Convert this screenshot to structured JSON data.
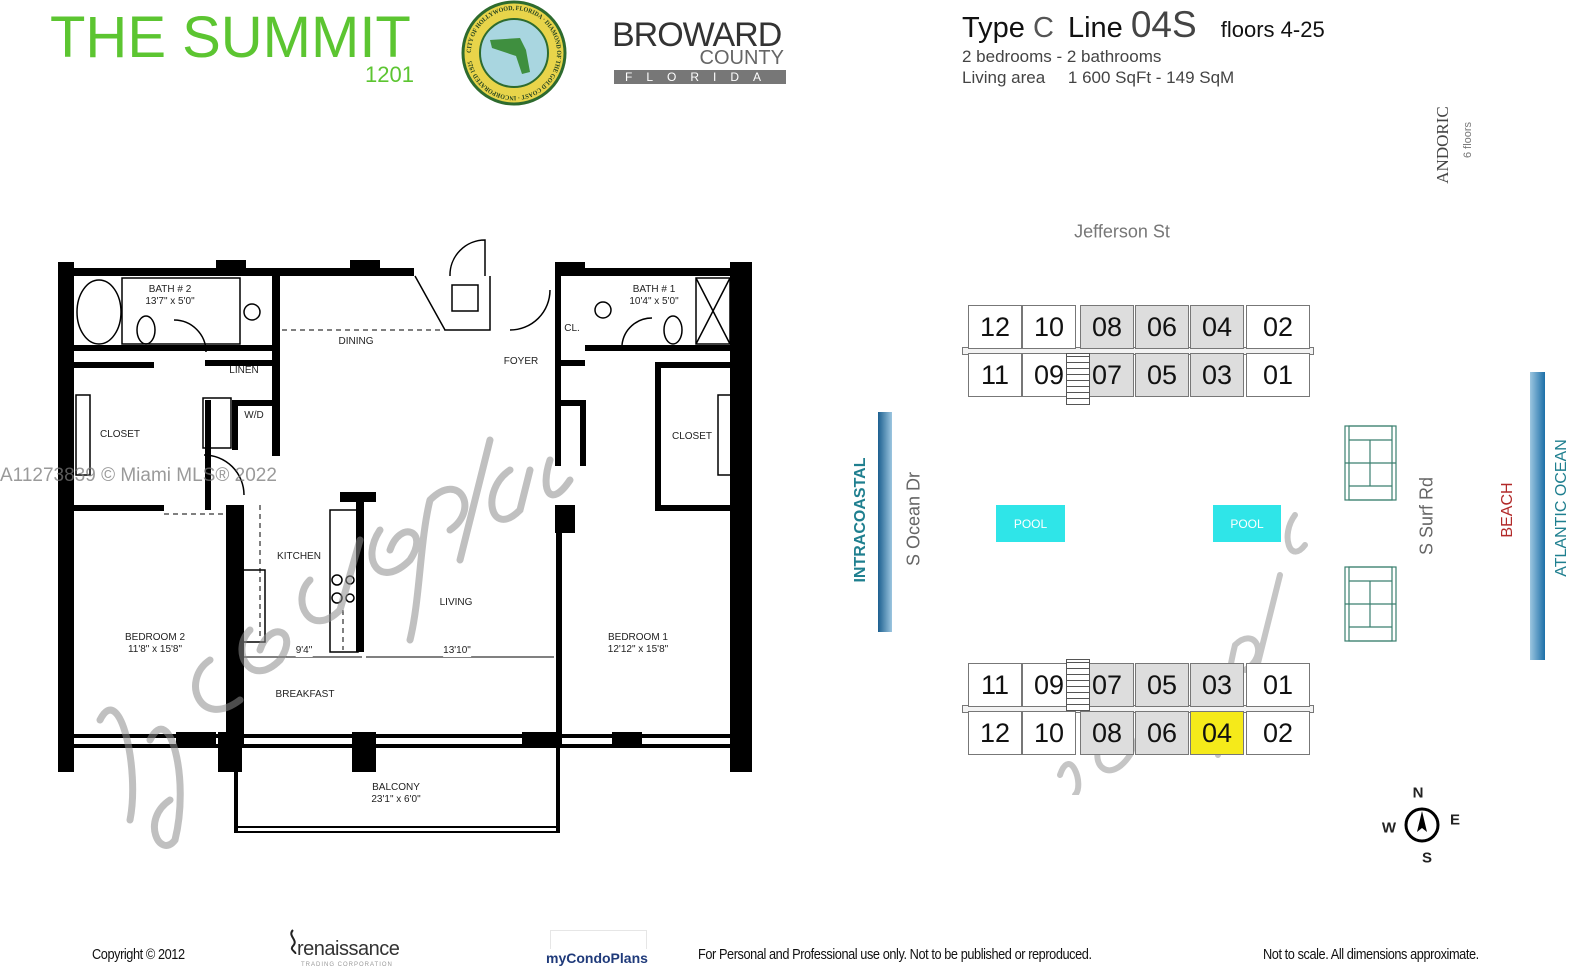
{
  "header": {
    "title": "THE SUMMIT",
    "address_number": "1201",
    "title_color": "#5cc531",
    "city_seal_text": "CITY OF HOLLYWOOD, FLORIDA · DIAMOND OF THE GOLD COAST · INCORPORATED 1925",
    "county_logo": {
      "line1": "BROWARD",
      "line2": "COUNTY",
      "line3": "FLORIDA"
    }
  },
  "unit_info": {
    "type_label": "Type",
    "type_value": "C",
    "line_label": "Line",
    "line_value": "04S",
    "floors": "floors 4-25",
    "rooms": "2 bedrooms - 2 bathrooms",
    "living_area_label": "Living area",
    "living_area_value": "1 600 SqFt - 149 SqM"
  },
  "floor_plan": {
    "rooms": [
      {
        "name": "BATH # 2",
        "dims": "13'7\" x 5'0\""
      },
      {
        "name": "BATH # 1",
        "dims": "10'4\" x 5'0\""
      },
      {
        "name": "DINING",
        "dims": ""
      },
      {
        "name": "FOYER",
        "dims": ""
      },
      {
        "name": "CL.",
        "dims": ""
      },
      {
        "name": "LINEN",
        "dims": ""
      },
      {
        "name": "W/D",
        "dims": ""
      },
      {
        "name": "CLOSET",
        "dims": ""
      },
      {
        "name": "CLOSET",
        "dims": ""
      },
      {
        "name": "KITCHEN",
        "dims": ""
      },
      {
        "name": "LIVING",
        "dims": ""
      },
      {
        "name": "BEDROOM 2",
        "dims": "11'8\" x 15'8\""
      },
      {
        "name": "BEDROOM 1",
        "dims": "12'12\" x 15'8\""
      },
      {
        "name": "BREAKFAST",
        "dims": ""
      },
      {
        "name": "BALCONY",
        "dims": "23'1\" x 6'0\""
      }
    ],
    "dimension_labels": [
      "9'4\"",
      "13'10\""
    ]
  },
  "site_plan": {
    "north_street": "Jefferson St",
    "west_water": "INTRACOASTAL",
    "west_street": "S Ocean Dr",
    "east_street": "S Surf Rd",
    "beach": "BEACH",
    "ocean": "ATLANTIC OCEAN",
    "neighbor": {
      "name": "ANDORIC",
      "floors": "6 floors"
    },
    "pool_label": "POOL",
    "north_building": {
      "row1": [
        "12",
        "10",
        "08",
        "06",
        "04",
        "02"
      ],
      "row2": [
        "11",
        "09",
        "07",
        "05",
        "03",
        "01"
      ]
    },
    "south_building": {
      "row1": [
        "11",
        "09",
        "07",
        "05",
        "03",
        "01"
      ],
      "row2": [
        "12",
        "10",
        "08",
        "06",
        "04",
        "02"
      ]
    },
    "highlighted_unit": "04",
    "highlight_color": "#f5ea1a",
    "compass": {
      "n": "N",
      "s": "S",
      "e": "E",
      "w": "W"
    }
  },
  "watermarks": {
    "mls": "A11273839 © Miami MLS® 2022",
    "brand": "mycondoplans"
  },
  "footer": {
    "copyright": "Copyright © 2012",
    "developer_logo": "renaissance",
    "developer_sub": "TRADING CORPORATION",
    "brand": "myCondoPlans",
    "usage": "For Personal and Professional use only.  Not to be published or reproduced.",
    "disclaimer": "Not to scale.  All dimensions approximate."
  }
}
